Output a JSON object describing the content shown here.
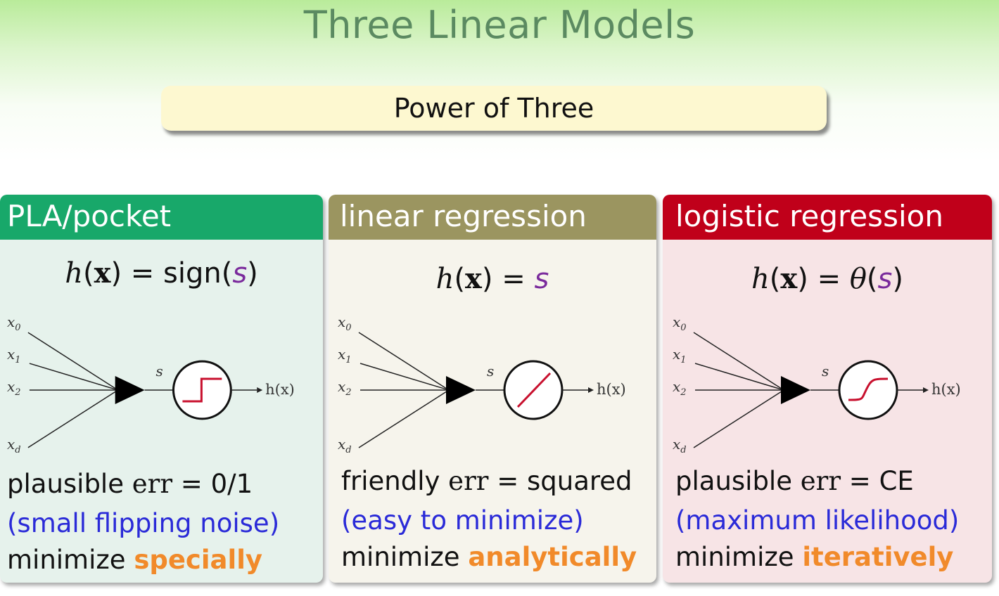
{
  "title": "Three Linear Models",
  "subtitle": "Power of Three",
  "panels": [
    {
      "header": "PLA/pocket",
      "formula": {
        "lhs_h": "h",
        "lhs_x": "x",
        "eq": "=",
        "func": "sign",
        "arg": "s"
      },
      "diagram": {
        "inputs": [
          "x",
          "x",
          "x",
          "x"
        ],
        "input_subs": [
          "0",
          "1",
          "2",
          "d"
        ],
        "score": "s",
        "output": "h(x)",
        "activation": "step"
      },
      "error_line": {
        "adj": "plausible",
        "err": "err",
        "eq": "=",
        "value": "0/1"
      },
      "reason": "(small flipping noise)",
      "minimize": {
        "label": "minimize",
        "how": "specially"
      }
    },
    {
      "header": "linear regression",
      "formula": {
        "lhs_h": "h",
        "lhs_x": "x",
        "eq": "=",
        "func": "",
        "arg": "s"
      },
      "diagram": {
        "inputs": [
          "x",
          "x",
          "x",
          "x"
        ],
        "input_subs": [
          "0",
          "1",
          "2",
          "d"
        ],
        "score": "s",
        "output": "h(x)",
        "activation": "identity"
      },
      "error_line": {
        "adj": "friendly",
        "err": "err",
        "eq": "=",
        "value": "squared"
      },
      "reason": "(easy to minimize)",
      "minimize": {
        "label": "minimize",
        "how": "analytically"
      }
    },
    {
      "header": "logistic regression",
      "formula": {
        "lhs_h": "h",
        "lhs_x": "x",
        "eq": "=",
        "func": "θ",
        "arg": "s"
      },
      "diagram": {
        "inputs": [
          "x",
          "x",
          "x",
          "x"
        ],
        "input_subs": [
          "0",
          "1",
          "2",
          "d"
        ],
        "score": "s",
        "output": "h(x)",
        "activation": "sigmoid"
      },
      "error_line": {
        "adj": "plausible",
        "err": "err",
        "eq": "=",
        "value": "CE"
      },
      "reason": "(maximum likelihood)",
      "minimize": {
        "label": "minimize",
        "how": "iteratively"
      }
    }
  ],
  "colors": {
    "pla_header": "#18a86a",
    "linreg_header": "#9b9560",
    "logreg_header": "#c0001a",
    "score_var": "#7a2a9c",
    "reason_text": "#2a2ad8",
    "highlight": "#f18a2a",
    "activation_curve": "#c8102e"
  }
}
